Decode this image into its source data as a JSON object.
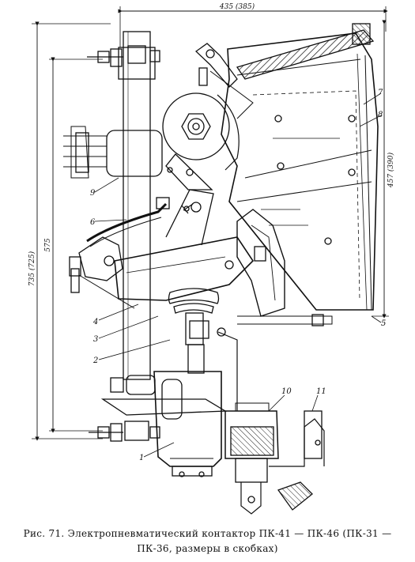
{
  "caption": {
    "line1": "Рис. 71. Электропневматический контактор ПК-41 — ПК-46 (ПК-31 —",
    "line2": "ПК-36, размеры в скобках)"
  },
  "dimensions": {
    "top_width": "435 (385)",
    "right_height": "457 (390)",
    "left_total": "735 (725)",
    "left_inner": "575"
  },
  "callouts": [
    "1",
    "2",
    "3",
    "4",
    "5",
    "6",
    "7",
    "8",
    "9",
    "10",
    "11"
  ]
}
